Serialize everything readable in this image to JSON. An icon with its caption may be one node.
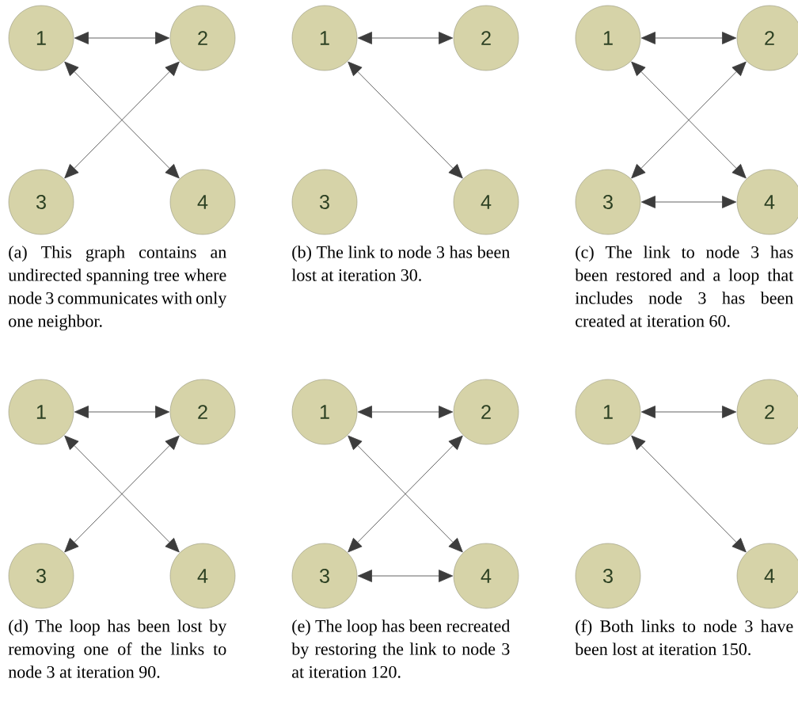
{
  "diagram": {
    "nodes": [
      {
        "text": [
          "1"
        ]
      },
      {
        "text": [
          "2"
        ]
      },
      {
        "text": [
          "3"
        ]
      },
      {
        "text": [
          "4"
        ]
      },
      {
        "text": [
          "1"
        ]
      },
      {
        "text": [
          "2"
        ]
      },
      {
        "text": [
          "3"
        ]
      },
      {
        "text": [
          "4"
        ]
      },
      {
        "text": [
          "1"
        ]
      },
      {
        "text": [
          "2"
        ]
      },
      {
        "text": [
          "3"
        ]
      },
      {
        "text": [
          "4"
        ]
      },
      {
        "text": [
          "1"
        ]
      },
      {
        "text": [
          "2"
        ]
      },
      {
        "text": [
          "3"
        ]
      },
      {
        "text": [
          "4"
        ]
      },
      {
        "text": [
          "1"
        ]
      },
      {
        "text": [
          "2"
        ]
      },
      {
        "text": [
          "3"
        ]
      },
      {
        "text": [
          "4"
        ]
      },
      {
        "text": [
          "1"
        ]
      },
      {
        "text": [
          "2"
        ]
      },
      {
        "text": [
          "3"
        ]
      },
      {
        "text": [
          "4"
        ]
      }
    ],
    "edges": [
      {
        "from": 0,
        "to": 1,
        "arrow": "both"
      },
      {
        "from": 0,
        "to": 3,
        "arrow": "both"
      },
      {
        "from": 1,
        "to": 2,
        "arrow": "both"
      },
      {
        "from": 4,
        "to": 5,
        "arrow": "both"
      },
      {
        "from": 4,
        "to": 7,
        "arrow": "both"
      },
      {
        "from": 8,
        "to": 9,
        "arrow": "both"
      },
      {
        "from": 8,
        "to": 11,
        "arrow": "both"
      },
      {
        "from": 9,
        "to": 10,
        "arrow": "both"
      },
      {
        "from": 10,
        "to": 11,
        "arrow": "both"
      },
      {
        "from": 12,
        "to": 13,
        "arrow": "both"
      },
      {
        "from": 12,
        "to": 15,
        "arrow": "both"
      },
      {
        "from": 13,
        "to": 14,
        "arrow": "both"
      },
      {
        "from": 16,
        "to": 17,
        "arrow": "both"
      },
      {
        "from": 16,
        "to": 19,
        "arrow": "both"
      },
      {
        "from": 17,
        "to": 18,
        "arrow": "both"
      },
      {
        "from": 18,
        "to": 19,
        "arrow": "both"
      },
      {
        "from": 20,
        "to": 21,
        "arrow": "both"
      },
      {
        "from": 20,
        "to": 23,
        "arrow": "both"
      }
    ],
    "labels": [
      "(a) This graph contains an undirected spanning tree where node 3 communicates with only one neighbor.",
      "(b) The link to node 3 has been lost at iteration 30.",
      "(c) The link to node 3 has been restored and a loop that includes node 3 has been created at iteration 60.",
      "(d) The loop has been lost by removing one of the links to node 3 at iteration 90.",
      "(e) The loop has been recreated by restoring the link to node 3 at iteration 120.",
      "(f) Both links to node 3 have been lost at iteration 150."
    ]
  }
}
